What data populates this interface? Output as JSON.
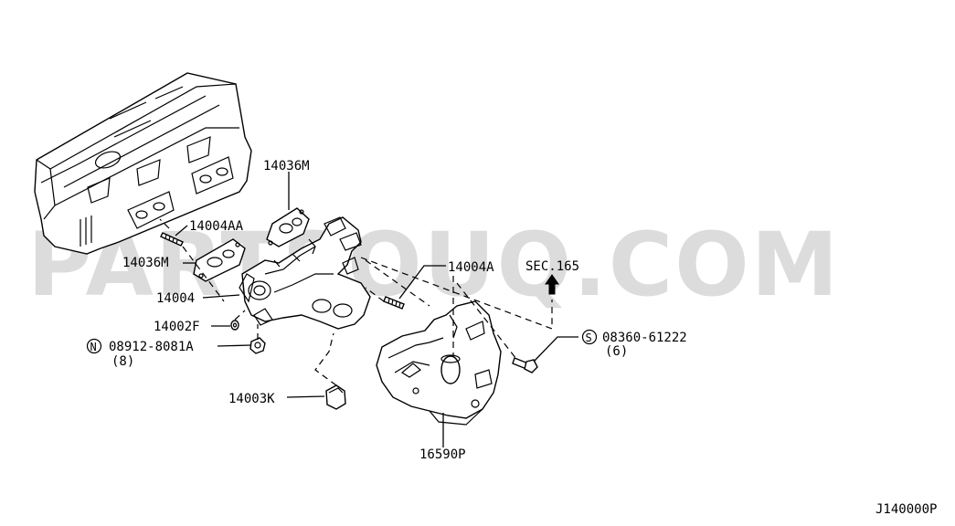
{
  "watermark": "PARTSOUQ.COM",
  "labels": {
    "p14036M_top": "14036M",
    "p14004AA": "14004AA",
    "p14036M_left": "14036M",
    "p14004": "14004",
    "p14002F": "14002F",
    "p08912_code": "08912-8081A",
    "p08912_qty": "(8)",
    "p08912_sym": "N",
    "p14003K": "14003K",
    "p14004A": "14004A",
    "sec": "SEC.165",
    "p08360_code": "08360-61222",
    "p08360_qty": "(6)",
    "p08360_sym": "S",
    "p16590P": "16590P",
    "diagram_id": "J140000P"
  }
}
